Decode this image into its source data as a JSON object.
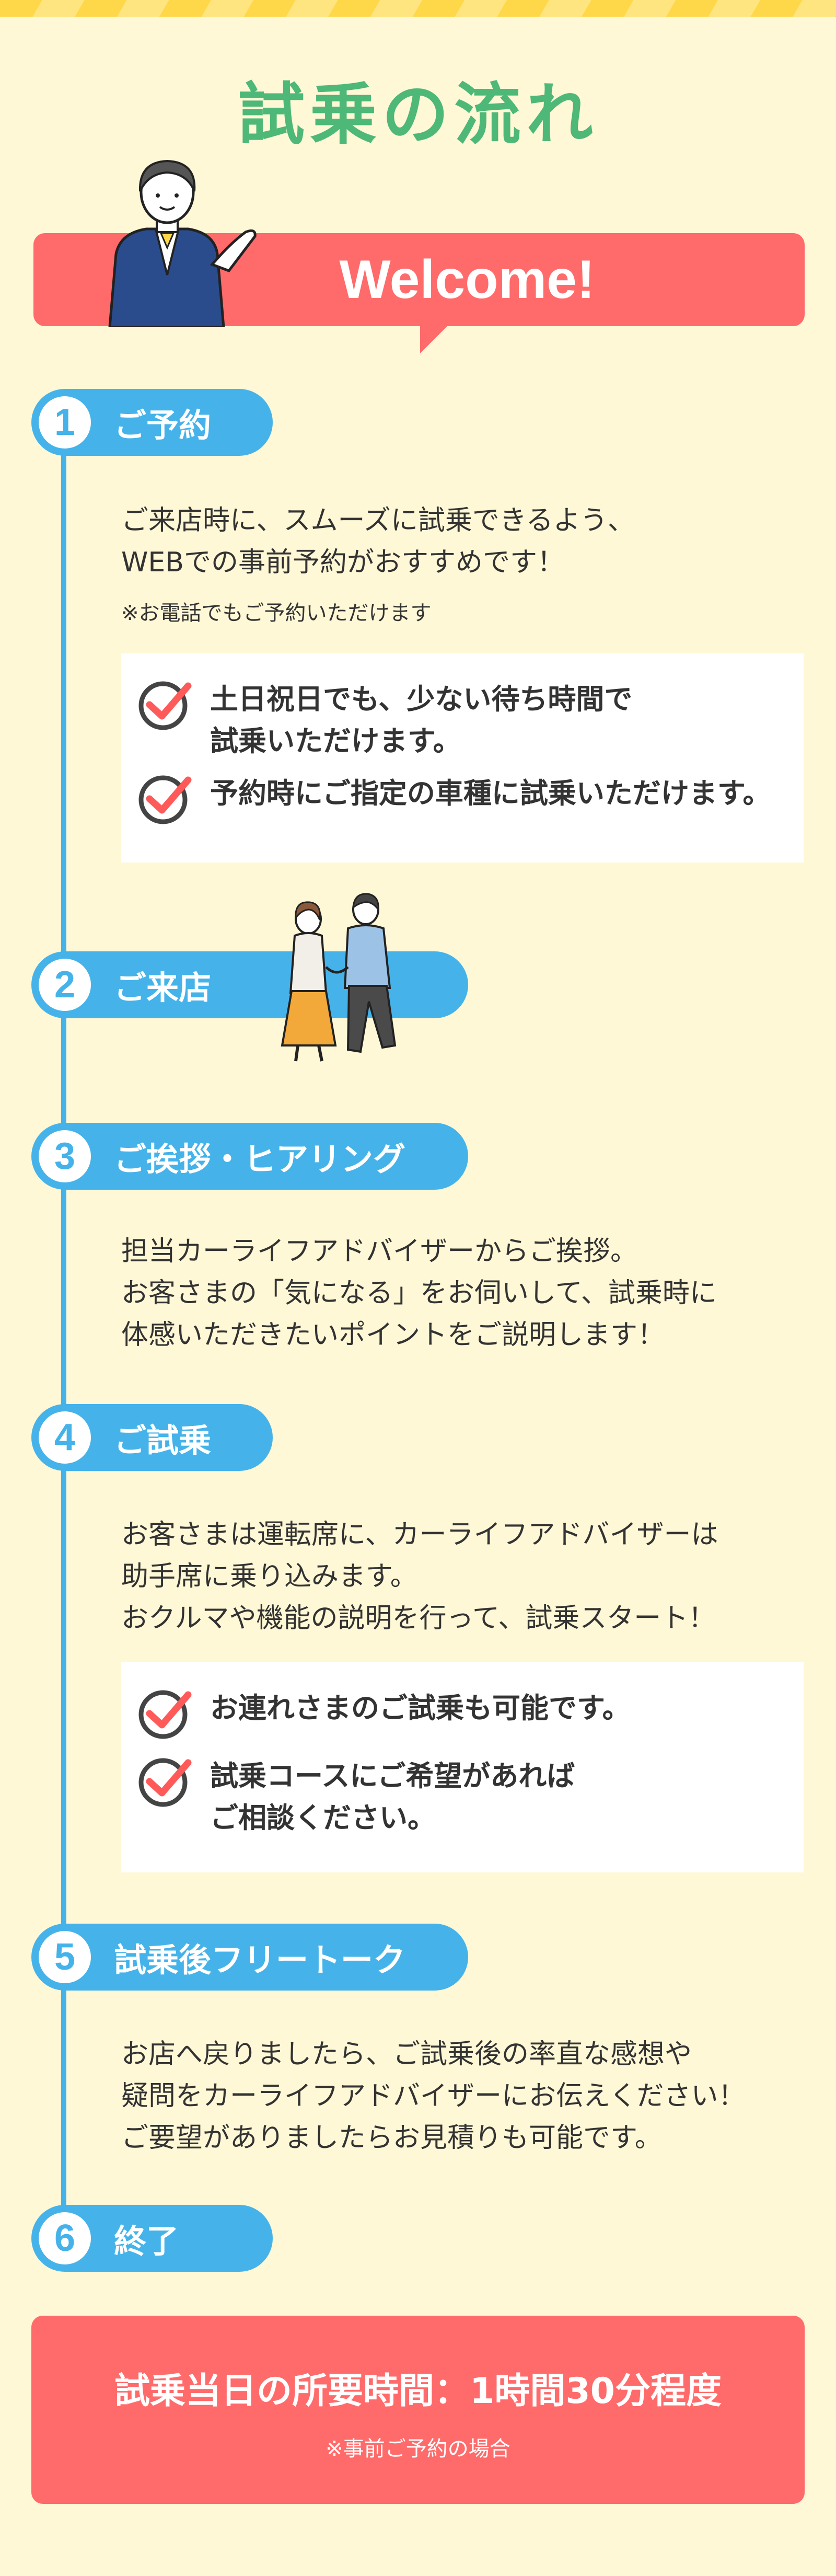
{
  "page": {
    "title": "試乗の流れ"
  },
  "welcome": {
    "text": "Welcome!"
  },
  "steps": [
    {
      "number": "1",
      "title": "ご予約",
      "description": [
        "ご来店時に、スムーズに試乗できるよう、",
        "WEBでの事前予約がおすすめです！"
      ],
      "note": "※お電話でもご予約いただけます",
      "checks": [
        [
          "土日祝日でも、少ない待ち時間で",
          "試乗いただけます。"
        ],
        [
          "予約時にご指定の車種に試乗いただけます。"
        ]
      ]
    },
    {
      "number": "2",
      "title": "ご来店"
    },
    {
      "number": "3",
      "title": "ご挨拶・ヒアリング",
      "description": [
        "担当カーライフアドバイザーからご挨拶。",
        "お客さまの「気になる」をお伺いして、試乗時に",
        "体感いただきたいポイントをご説明します！"
      ]
    },
    {
      "number": "4",
      "title": "ご試乗",
      "description": [
        "お客さまは運転席に、カーライフアドバイザーは",
        "助手席に乗り込みます。",
        "おクルマや機能の説明を行って、試乗スタート！"
      ],
      "checks": [
        [
          "お連れさまのご試乗も可能です。"
        ],
        [
          "試乗コースにご希望があれば",
          "ご相談ください。"
        ]
      ]
    },
    {
      "number": "5",
      "title": "試乗後フリートーク",
      "description": [
        "お店へ戻りましたら、ご試乗後の率直な感想や",
        "疑問をカーライフアドバイザーにお伝えください！",
        "ご要望がありましたらお見積りも可能です。"
      ]
    },
    {
      "number": "6",
      "title": "終了"
    }
  ],
  "summary": {
    "title": "試乗当日の所要時間：1時間30分程度",
    "note": "※事前ご予約の場合"
  },
  "colors": {
    "background": "#fff8d6",
    "title_green": "#4db877",
    "accent_red": "#ff6b6b",
    "timeline_blue": "#45b3ea"
  },
  "icons": [
    "check-circle-icon",
    "staff-illustration",
    "couple-illustration"
  ]
}
